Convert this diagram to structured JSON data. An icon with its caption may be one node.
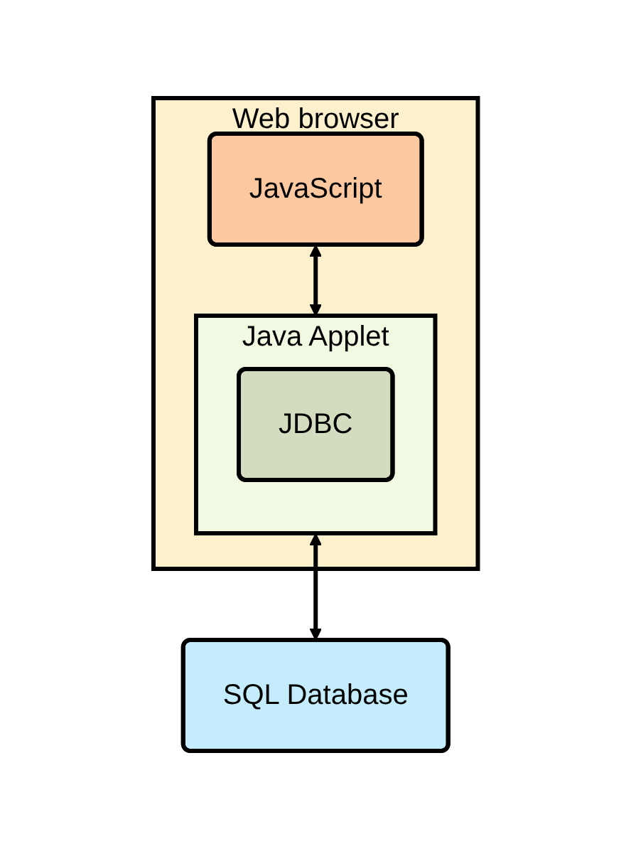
{
  "diagram": {
    "nodes": [
      {
        "text": [
          "Web browser"
        ]
      },
      {
        "text": [
          "JavaScript"
        ],
        "in": 0
      },
      {
        "text": [
          "Java Applet"
        ],
        "in": 0
      },
      {
        "text": [
          "JDBC"
        ],
        "in": 2
      },
      {
        "text": [
          "SQL Database"
        ]
      }
    ],
    "edges": [
      {
        "from": 1,
        "to": 2,
        "arrow": "both"
      },
      {
        "from": 2,
        "to": 4,
        "arrow": "both"
      }
    ]
  }
}
